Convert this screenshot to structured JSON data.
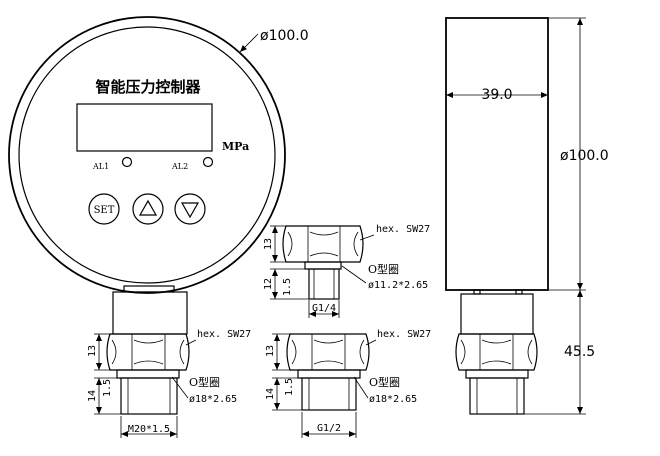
{
  "gauge": {
    "diameter_label": "ø100.0",
    "title": "智能压力控制器",
    "unit": "MPa",
    "al1": "AL1",
    "al2": "AL2",
    "set": "SET"
  },
  "fitting_main": {
    "hex_label": "hex. SW27",
    "oring_label": "O型圈",
    "oring_size": "ø18*2.65",
    "thread_label": "M20*1.5",
    "dim_13": "13",
    "dim_14": "14",
    "dim_15": "1.5"
  },
  "fitting_g14": {
    "hex_label": "hex. SW27",
    "oring_label": "O型圈",
    "oring_size": "ø11.2*2.65",
    "thread_label": "G1/4",
    "dim_13": "13",
    "dim_12": "12",
    "dim_15": "1.5"
  },
  "fitting_g12": {
    "hex_label": "hex. SW27",
    "oring_label": "O型圈",
    "oring_size": "ø18*2.65",
    "thread_label": "G1/2",
    "dim_13": "13",
    "dim_14": "14",
    "dim_15": "1.5"
  },
  "side_view": {
    "width_label": "39.0",
    "diameter_label": "ø100.0",
    "stem_label": "45.5"
  }
}
